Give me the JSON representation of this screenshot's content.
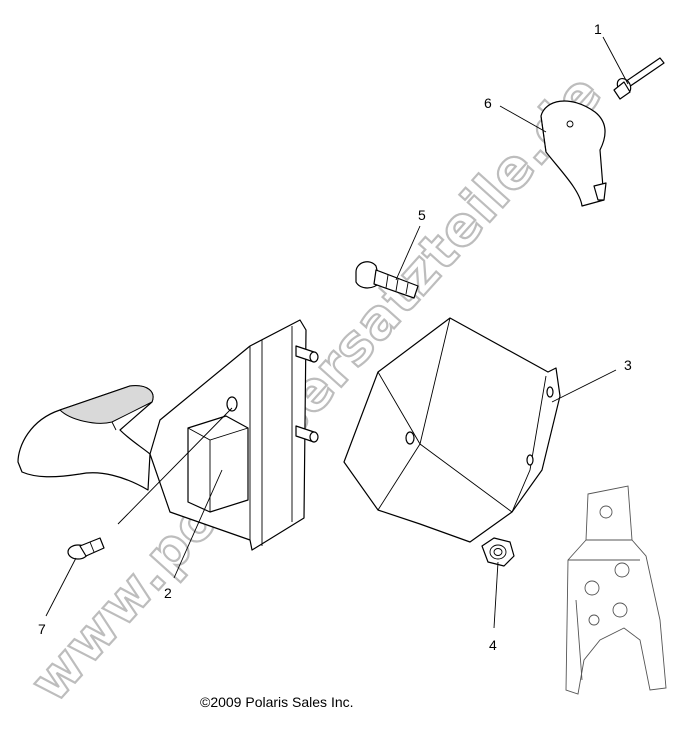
{
  "callouts": {
    "c1": "1",
    "c2": "2",
    "c3": "3",
    "c4": "4",
    "c5": "5",
    "c6": "6",
    "c7": "7"
  },
  "copyright": "©2009 Polaris Sales Inc.",
  "watermark": "www.polarisersatzteile.de"
}
